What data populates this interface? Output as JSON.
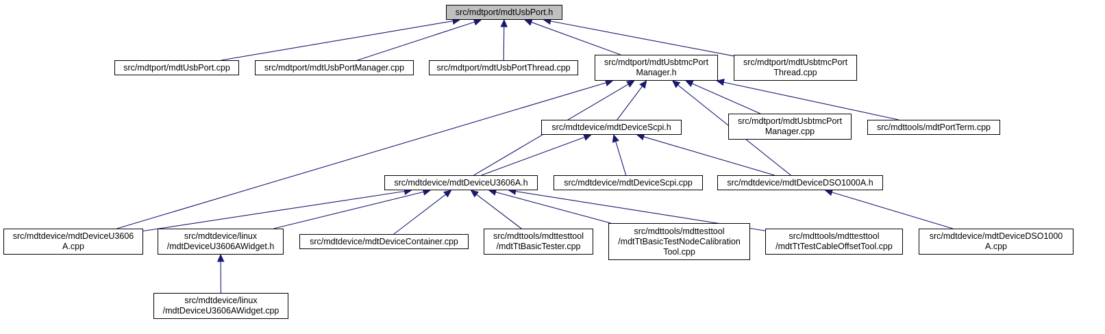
{
  "colors": {
    "edge": "#191970",
    "node_border": "#000000",
    "node_fill": "#ffffff",
    "root_fill": "#bfbfbf"
  },
  "nodes": {
    "usbport_h": [
      "src/mdtport/mdtUsbPort.h"
    ],
    "usbport_cpp": [
      "src/mdtport/mdtUsbPort.cpp"
    ],
    "usbportmanager_cpp": [
      "src/mdtport/mdtUsbPortManager.cpp"
    ],
    "usbportthread_cpp": [
      "src/mdtport/mdtUsbPortThread.cpp"
    ],
    "usbtmcportmanager_h": [
      "src/mdtport/mdtUsbtmcPort",
      "Manager.h"
    ],
    "usbtmcportthread_cpp": [
      "src/mdtport/mdtUsbtmcPort",
      "Thread.cpp"
    ],
    "devicescpi_h": [
      "src/mdtdevice/mdtDeviceScpi.h"
    ],
    "usbtmcportmanager_cpp": [
      "src/mdtport/mdtUsbtmcPort",
      "Manager.cpp"
    ],
    "portterm_cpp": [
      "src/mdttools/mdtPortTerm.cpp"
    ],
    "deviceu3606a_h": [
      "src/mdtdevice/mdtDeviceU3606A.h"
    ],
    "devicescpi_cpp": [
      "src/mdtdevice/mdtDeviceScpi.cpp"
    ],
    "devicedso1000a_h": [
      "src/mdtdevice/mdtDeviceDSO1000A.h"
    ],
    "deviceu3606a_cpp": [
      "src/mdtdevice/mdtDeviceU3606",
      "A.cpp"
    ],
    "u3606awidget_h": [
      "src/mdtdevice/linux",
      "/mdtDeviceU3606AWidget.h"
    ],
    "devicecontainer_cpp": [
      "src/mdtdevice/mdtDeviceContainer.cpp"
    ],
    "basictester_cpp": [
      "src/mdttools/mdttesttool",
      "/mdtTtBasicTester.cpp"
    ],
    "calibrationtool_cpp": [
      "src/mdttools/mdttesttool",
      "/mdtTtBasicTestNodeCalibration",
      "Tool.cpp"
    ],
    "cableoffsettool_cpp": [
      "src/mdttools/mdttesttool",
      "/mdtTtTestCableOffsetTool.cpp"
    ],
    "devicedso1000a_cpp": [
      "src/mdtdevice/mdtDeviceDSO1000",
      "A.cpp"
    ],
    "u3606awidget_cpp": [
      "src/mdtdevice/linux",
      "/mdtDeviceU3606AWidget.cpp"
    ]
  },
  "edges": [
    [
      "usbport_cpp",
      "usbport_h"
    ],
    [
      "usbportmanager_cpp",
      "usbport_h"
    ],
    [
      "usbportthread_cpp",
      "usbport_h"
    ],
    [
      "usbtmcportmanager_h",
      "usbport_h"
    ],
    [
      "usbtmcportthread_cpp",
      "usbport_h"
    ],
    [
      "deviceu3606a_cpp",
      "usbtmcportmanager_h"
    ],
    [
      "deviceu3606a_h",
      "usbtmcportmanager_h"
    ],
    [
      "devicescpi_h",
      "usbtmcportmanager_h"
    ],
    [
      "devicedso1000a_h",
      "usbtmcportmanager_h"
    ],
    [
      "usbtmcportmanager_cpp",
      "usbtmcportmanager_h"
    ],
    [
      "portterm_cpp",
      "usbtmcportmanager_h"
    ],
    [
      "deviceu3606a_h",
      "devicescpi_h"
    ],
    [
      "devicescpi_cpp",
      "devicescpi_h"
    ],
    [
      "devicedso1000a_h",
      "devicescpi_h"
    ],
    [
      "deviceu3606a_cpp",
      "deviceu3606a_h"
    ],
    [
      "u3606awidget_h",
      "deviceu3606a_h"
    ],
    [
      "devicecontainer_cpp",
      "deviceu3606a_h"
    ],
    [
      "basictester_cpp",
      "deviceu3606a_h"
    ],
    [
      "calibrationtool_cpp",
      "deviceu3606a_h"
    ],
    [
      "cableoffsettool_cpp",
      "deviceu3606a_h"
    ],
    [
      "devicedso1000a_cpp",
      "devicedso1000a_h"
    ],
    [
      "u3606awidget_cpp",
      "u3606awidget_h"
    ]
  ]
}
